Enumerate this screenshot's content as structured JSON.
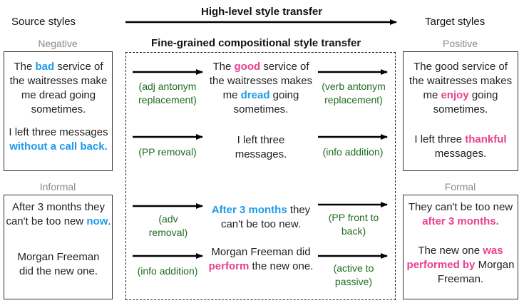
{
  "headers": {
    "source": "Source styles",
    "high_level": "High-level style transfer",
    "target": "Target styles",
    "fine_grained": "Fine-grained compositional style transfer"
  },
  "labels": {
    "negative": "Negative",
    "positive": "Positive",
    "informal": "Informal",
    "formal": "Formal"
  },
  "colors": {
    "highlight_source": "#1e9bea",
    "highlight_target": "#e9408f",
    "operation": "#1e6b1e"
  },
  "source": {
    "neg1": {
      "a": "The ",
      "b": "bad",
      "c": " service of the waitresses make me dread going sometimes."
    },
    "neg2": {
      "a": "I left three messages ",
      "b": "without a call back."
    },
    "inf1": {
      "a": "After 3 months they can't be too new ",
      "b": "now",
      "c": "."
    },
    "inf2": {
      "a": "Morgan Freeman did the new one."
    }
  },
  "middle": {
    "s1": {
      "a": "The ",
      "b": "good",
      "c": " service of the waitresses makes me ",
      "d": "dread",
      "e": " going sometimes."
    },
    "s2": {
      "a": "I left three messages."
    },
    "s3": {
      "a": "After 3 months",
      "b": " they can't be too new."
    },
    "s4": {
      "a": "Morgan Freeman did ",
      "b": "perform",
      "c": " the new one."
    }
  },
  "target": {
    "pos1": {
      "a": "The good service of the waitresses makes me ",
      "b": "enjoy",
      "c": " going sometimes."
    },
    "pos2": {
      "a": "I left three ",
      "b": "thankful",
      "c": " messages."
    },
    "for1": {
      "a": "They can't be too new ",
      "b": "after 3 months."
    },
    "for2": {
      "a": "The new one ",
      "b": "was performed by",
      "c": " Morgan Freeman."
    }
  },
  "ops": {
    "left": [
      "(adj antonym replacement)",
      "(PP removal)",
      "(adv removal)",
      "(info addition)"
    ],
    "right": [
      "(verb antonym replacement)",
      "(info addition)",
      "(PP front to back)",
      "(active to passive)"
    ]
  }
}
